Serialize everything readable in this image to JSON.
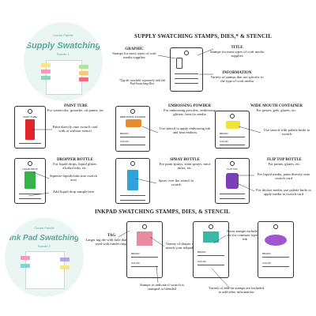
{
  "top_badge": {
    "logo": "Create Palette",
    "title": "Supply Swatching",
    "subtitle": "Bundle 1"
  },
  "bottom_badge": {
    "logo": "Create Palette",
    "title": "Ink Pad Swatching",
    "subtitle": "Bundle 2"
  },
  "headings": {
    "supply": "SUPPLY SWATCHING STAMPS, DIES,* & STENCIL",
    "inkpad": "INKPAD SWATCHING STAMPS, DIES, & STENCIL"
  },
  "supply_notes": {
    "graphic_title": "GRAPHIC",
    "graphic_text": "Stamps for most types of craft media supplies",
    "die_note": "*Tag die available separately with Ink Pad Swatching Dies",
    "title_title": "TITLE",
    "title_text": "Stamps for most types of craft media supplies",
    "info_title": "INFORMATION",
    "info_text": "Variety of stamps that are specific to the type of craft media",
    "paint_tube_title": "PAINT TUBE",
    "paint_tube_text": "For watercolor, gouache, oil paints, etc.",
    "paint_tube_note": "Paint directly onto swatch card with or without stencil",
    "embossing_title": "EMBOSSING POWDER",
    "embossing_text": "For embossing powders, embossing glitters, heat fix media",
    "embossing_note": "Use stencil to apply embossing ink and heat emboss",
    "wide_title": "WIDE MOUTH CONTAINER",
    "wide_text": "For pastes, gels, glazes, etc.",
    "wide_note": "Use stencil with palette knife to swatch",
    "dropper_title": "DROPPER BOTTLE",
    "dropper_text": "For liquid drops, liquid glitter, alcohol inks, etc.",
    "dropper_note1": "Squeeze liquids/inks into swatch area",
    "dropper_note2": "Add liquid drop sample here",
    "spray_title": "SPRAY BOTTLE",
    "spray_text": "For paint sprays, stain sprays, mica mists, etc.",
    "spray_note": "Spray over the stencil to swatch",
    "flip_title": "FLIP TOP BOTTLE",
    "flip_text": "For paints, glazes, etc.",
    "flip_note1": "For liquid media, paint directly onto swatch card",
    "flip_note2": "For thicker media, use palette knife to apply media to swatch card"
  },
  "inkpad_notes": {
    "tag_title": "TAG",
    "tag_text": "Larger tag die with hole that can be used with binder rings",
    "shapes": "Variety of shapes to match your inkpads",
    "extra_stamps": "Extra stamps included in set for common types of ink",
    "stamped_or_blended": "Stamps to indicate if swatch is stamped or blended",
    "addon": "Variety of add-on stamps are included to add other information"
  },
  "tag_labels": {
    "brand": "BRAND",
    "color": "COLOR",
    "paint_tube": "PAINT TUBE",
    "embossing": "EMBOSSING POWDER",
    "liquid_drop": "LIQUID DROP",
    "flip_top": "FLIP TOP"
  },
  "colors": {
    "accent": "#5ba89c",
    "paint_red": "#e0262b",
    "embossing_orange": "#e98b2b",
    "wide_yellow": "#f1e23a",
    "dropper_green": "#35b34a",
    "spray_blue": "#2ea3dc",
    "flip_purple": "#7d3fb8",
    "ink_pink": "#e98a9f",
    "ink_teal": "#3cb9a6",
    "ink_purple": "#a255d2"
  }
}
